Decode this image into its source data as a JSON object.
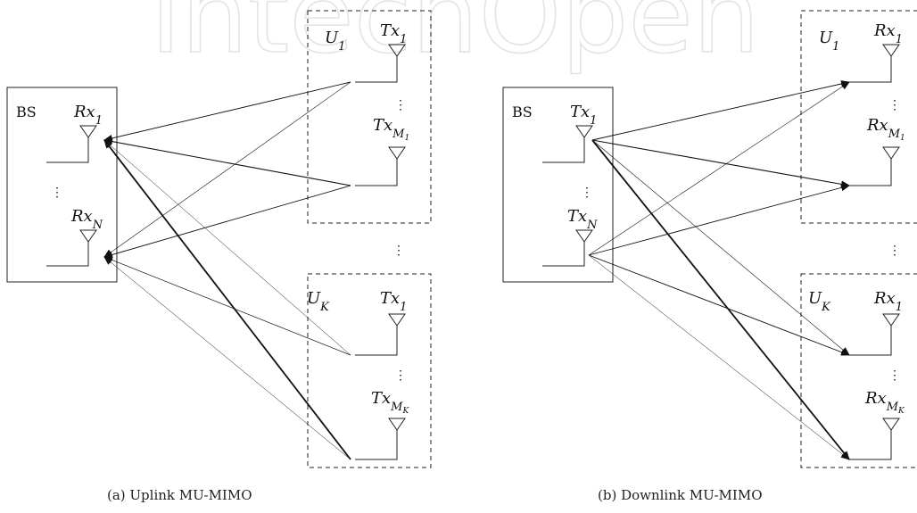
{
  "watermark": {
    "text": "IntechOpen"
  },
  "panels": [
    {
      "id": "uplink",
      "caption": "(a)  Uplink MU-MIMO",
      "bs": {
        "label": "BS",
        "ant_first": {
          "base": "Rx",
          "sub": "1"
        },
        "ant_last": {
          "base": "Rx",
          "sub": "N"
        }
      },
      "users": [
        {
          "name": {
            "base": "U",
            "sub": "1"
          },
          "ant_first": {
            "base": "Tx",
            "sub": "1"
          },
          "ant_last": {
            "base": "Tx",
            "sub": "M",
            "subsub": "1"
          }
        },
        {
          "name": {
            "base": "U",
            "sub": "K"
          },
          "ant_first": {
            "base": "Tx",
            "sub": "1"
          },
          "ant_last": {
            "base": "Tx",
            "sub": "M",
            "subsub": "K"
          }
        }
      ]
    },
    {
      "id": "downlink",
      "caption": "(b)  Downlink MU-MIMO",
      "bs": {
        "label": "BS",
        "ant_first": {
          "base": "Tx",
          "sub": "1"
        },
        "ant_last": {
          "base": "Tx",
          "sub": "N"
        }
      },
      "users": [
        {
          "name": {
            "base": "U",
            "sub": "1"
          },
          "ant_first": {
            "base": "Rx",
            "sub": "1"
          },
          "ant_last": {
            "base": "Rx",
            "sub": "M",
            "subsub": "1"
          }
        },
        {
          "name": {
            "base": "U",
            "sub": "K"
          },
          "ant_first": {
            "base": "Rx",
            "sub": "1"
          },
          "ant_last": {
            "base": "Rx",
            "sub": "M",
            "subsub": "K"
          }
        }
      ]
    }
  ]
}
